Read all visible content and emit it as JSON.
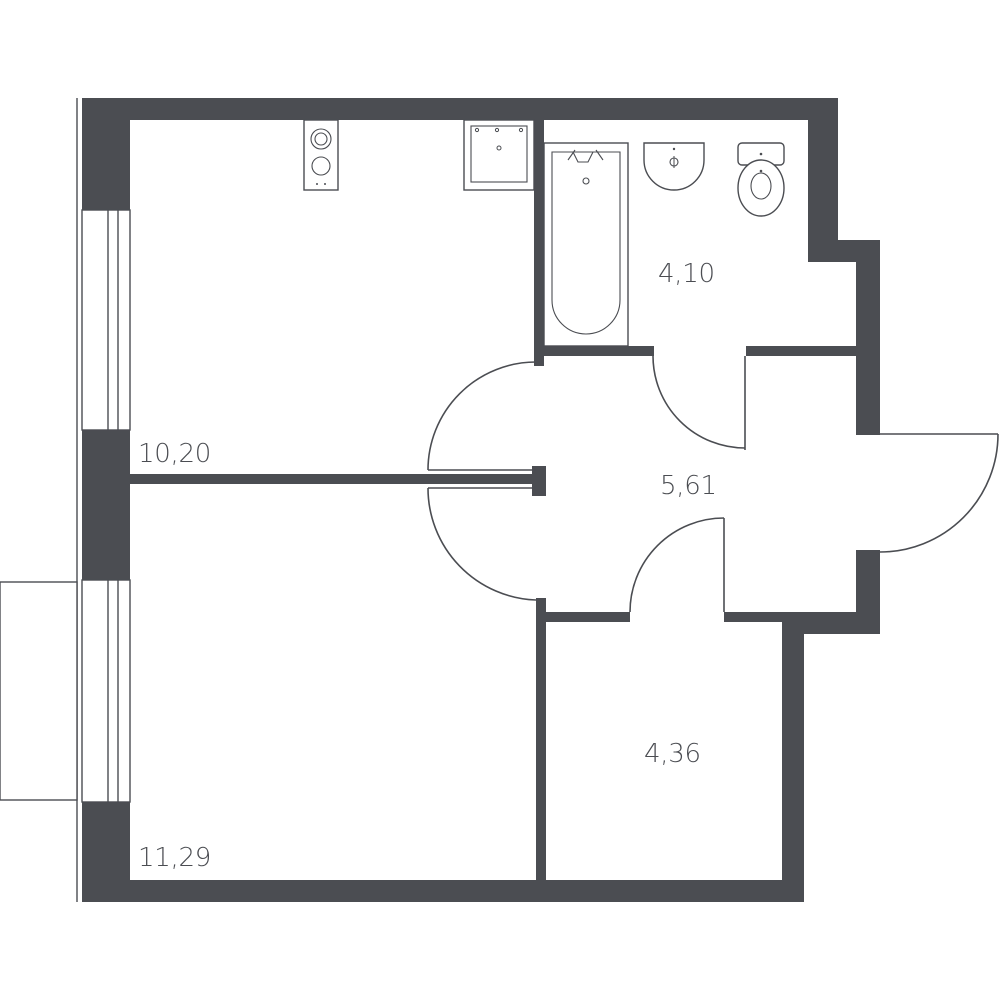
{
  "colors": {
    "wall": "#4b4d52",
    "background": "#ffffff"
  },
  "rooms": {
    "kitchen": {
      "area": "10,20"
    },
    "living": {
      "area": "11,29"
    },
    "bathroom": {
      "area": "4,10"
    },
    "hallway": {
      "area": "5,61"
    },
    "storage": {
      "area": "4,36"
    }
  },
  "fixtures": {
    "stove": "stove-icon",
    "kitchen_sink": "kitchen-sink-icon",
    "bathtub": "bathtub-icon",
    "washbasin": "washbasin-icon",
    "toilet": "toilet-icon"
  }
}
